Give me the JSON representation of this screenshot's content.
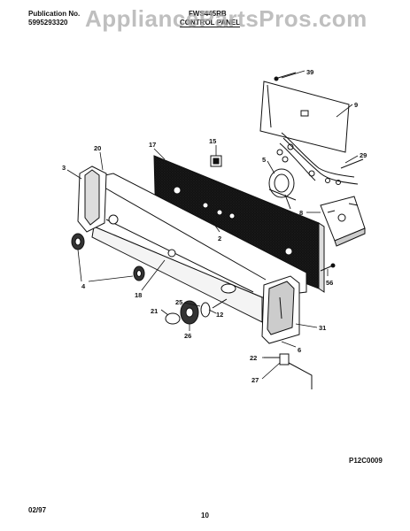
{
  "header": {
    "publication_label": "Publication No.",
    "publication_number": "5995293320",
    "model": "FWS445RB",
    "section_title": "CONTROL PANEL"
  },
  "watermark": "AppliancePartsPros.com",
  "footer": {
    "date": "02/97",
    "page": "10",
    "figure_code": "P12C0009"
  },
  "callouts": {
    "c39": "39",
    "c9": "9",
    "c29": "29",
    "c15": "15",
    "c17": "17",
    "c20": "20",
    "c3": "3",
    "c5": "5",
    "c8": "8",
    "c2": "2",
    "c56": "56",
    "c4": "4",
    "c18": "18",
    "c25": "25",
    "c21": "21",
    "c12": "12",
    "c26": "26",
    "c31": "31",
    "c6": "6",
    "c22": "22",
    "c27": "27"
  }
}
